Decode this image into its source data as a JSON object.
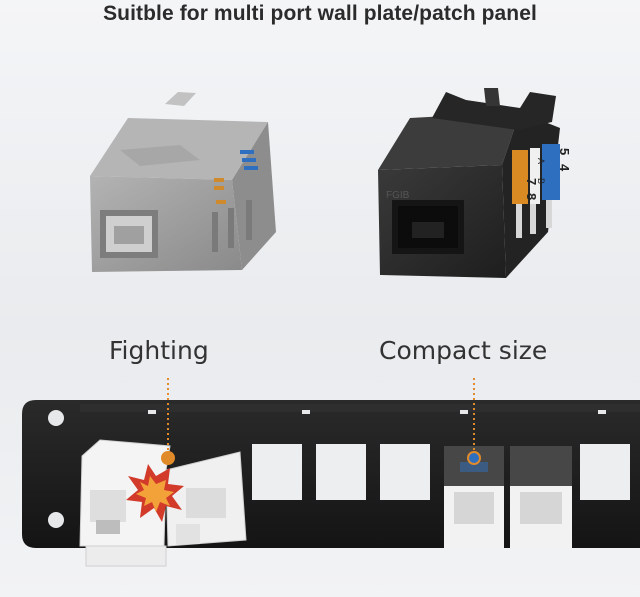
{
  "headline": "Suitble for multi port wall plate/patch panel",
  "labels": {
    "fighting": "Fighting",
    "compact": "Compact size"
  },
  "black_jack_wiring_labels": [
    "5",
    "4",
    "B",
    "A",
    "7",
    "8"
  ],
  "colors": {
    "background": "#eef0f2",
    "panel": "#1c1c1c",
    "gray_jack": "#9a9a9a",
    "black_jack": "#2a2a2a",
    "white_jack": "#f2f2f2",
    "orange_accent": "#e38a1f",
    "blue_accent": "#2f6fc0",
    "marker_orange": "#e08a2a"
  },
  "icons": [
    "collision-burst-icon",
    "callout-dot-icon"
  ]
}
